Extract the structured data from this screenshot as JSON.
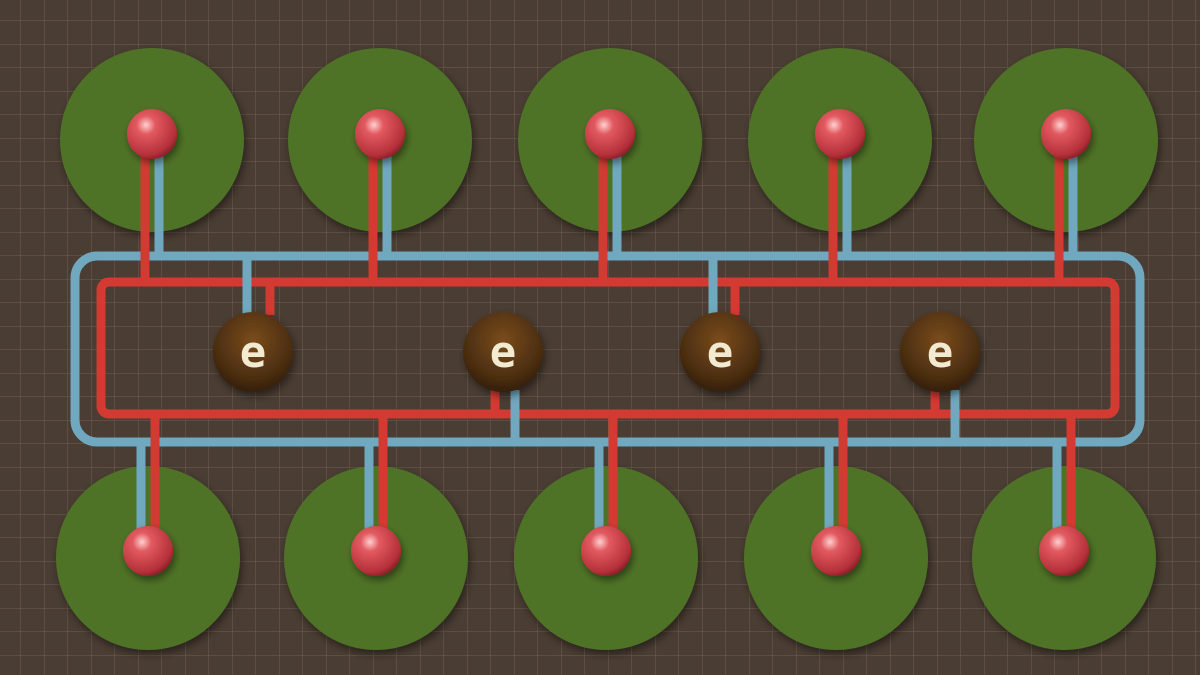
{
  "colors": {
    "background": "#4a3d33",
    "grid_line": "#8a7a68",
    "pad": "#4f7326",
    "red_wire": "#d23a32",
    "blue_wire": "#6fa8bf",
    "node_ball": "#d24b52",
    "electron": "#4a2d10"
  },
  "board": {
    "top_pads": [
      {
        "id": 1,
        "icon": "red-node-icon"
      },
      {
        "id": 2,
        "icon": "red-node-icon"
      },
      {
        "id": 3,
        "icon": "red-node-icon"
      },
      {
        "id": 4,
        "icon": "red-node-icon"
      },
      {
        "id": 5,
        "icon": "red-node-icon"
      }
    ],
    "bottom_pads": [
      {
        "id": 6,
        "icon": "red-node-icon"
      },
      {
        "id": 7,
        "icon": "red-node-icon"
      },
      {
        "id": 8,
        "icon": "red-node-icon"
      },
      {
        "id": 9,
        "icon": "red-node-icon"
      },
      {
        "id": 10,
        "icon": "red-node-icon"
      }
    ],
    "electrons": [
      {
        "label": "e"
      },
      {
        "label": "e"
      },
      {
        "label": "e"
      },
      {
        "label": "e"
      }
    ]
  }
}
